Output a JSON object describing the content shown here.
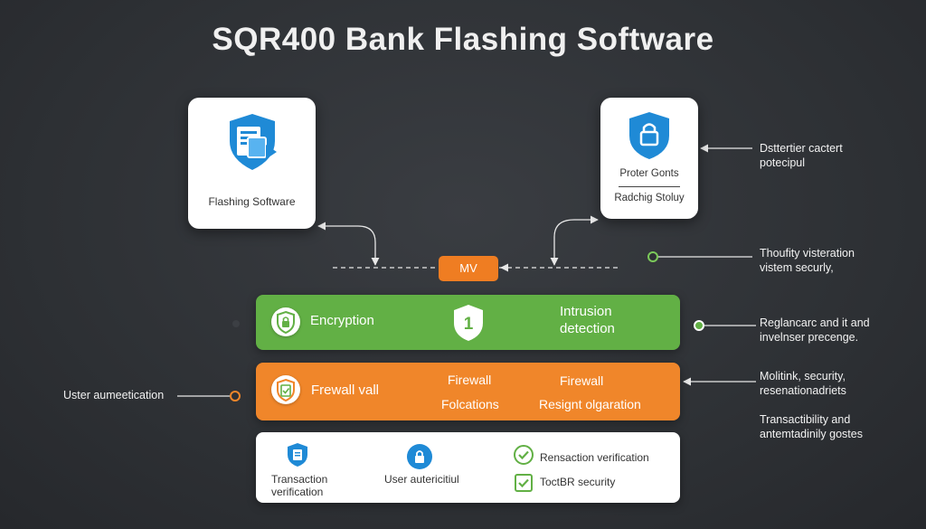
{
  "title": "SQR400 Bank Flashing Software",
  "cards": {
    "left": {
      "label": "Flashing Software",
      "icon": "document-shield-icon"
    },
    "right": {
      "line1": "Proter Gonts",
      "line2": "Radchig Stoluy",
      "icon": "lock-shield-icon"
    }
  },
  "center_box": {
    "label": "MV"
  },
  "bands": {
    "green": {
      "left_label": "Encryption",
      "center_label": "1",
      "right_line1": "Intrusion",
      "right_line2": "detection",
      "color": "#62b045"
    },
    "orange": {
      "left_label": "Frewall vall",
      "mid_line1": "Firewall",
      "mid_line2": "Folcations",
      "right_line1": "Firewall",
      "right_line2": "Resignt olgaration",
      "color": "#f0862a"
    },
    "white": {
      "item1_line1": "Transaction",
      "item1_line2": "verification",
      "item2": "User autericitiul",
      "check1": "Rensaction verification",
      "check2": "ToctBR security"
    }
  },
  "side_labels": {
    "top_right_line1": "Dsttertier cactert",
    "top_right_line2": "potecipul",
    "mid_right_line1": "Thoufity visteration",
    "mid_right_line2": "vistem securly,",
    "green_right_line1": "Reglancarc and it and",
    "green_right_line2": "invelnser precenge.",
    "orange_right_line1": "Molitink, security,",
    "orange_right_line2": "resenationadriets",
    "lower_right_line1": "Transactibility and",
    "lower_right_line2": "antemtadinily gostes",
    "left": "Uster aumeetication"
  },
  "colors": {
    "accent_orange": "#ef7d22",
    "accent_green": "#62b045",
    "icon_blue": "#1f8ad6"
  }
}
